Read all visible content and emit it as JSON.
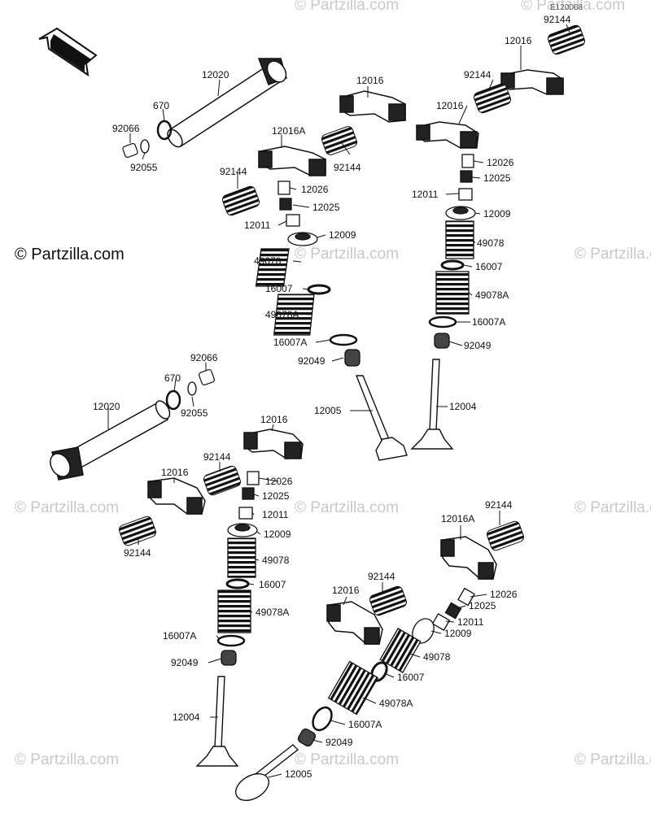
{
  "watermark": "© Partzilla.com",
  "diagram_code": "E120068",
  "front_label": "FRONT",
  "labels": {
    "l1": "12020",
    "l2": "670",
    "l3": "92066",
    "l4": "92055",
    "l5": "12016",
    "l6": "12016A",
    "l7": "92144",
    "l8": "92144",
    "l9": "12026",
    "l10": "12025",
    "l11": "12011",
    "l12": "12009",
    "l13": "49078",
    "l14": "16007",
    "l15": "49078A",
    "l16": "16007A",
    "l17": "92049",
    "l18": "12005",
    "l19": "92144",
    "l20": "12016",
    "l21": "92144",
    "l22": "12016",
    "l23": "12026",
    "l24": "12025",
    "l25": "12011",
    "l26": "12009",
    "l27": "49078",
    "l28": "16007",
    "l29": "49078A",
    "l30": "16007A",
    "l31": "92049",
    "l32": "12004",
    "l33": "92066",
    "l34": "670",
    "l35": "92055",
    "l36": "12020",
    "l37": "12016",
    "l38": "92144",
    "l39": "12026",
    "l40": "12016",
    "l41": "12025",
    "l42": "12011",
    "l43": "92144",
    "l44": "12009",
    "l45": "49078",
    "l46": "16007",
    "l47": "49078A",
    "l48": "16007A",
    "l49": "92049",
    "l50": "12004",
    "l51": "92144",
    "l52": "12016A",
    "l53": "12016",
    "l54": "92144",
    "l55": "12026",
    "l56": "12025",
    "l57": "12011",
    "l58": "12009",
    "l59": "49078",
    "l60": "16007",
    "l61": "49078A",
    "l62": "16007A",
    "l63": "92049",
    "l64": "12005"
  }
}
